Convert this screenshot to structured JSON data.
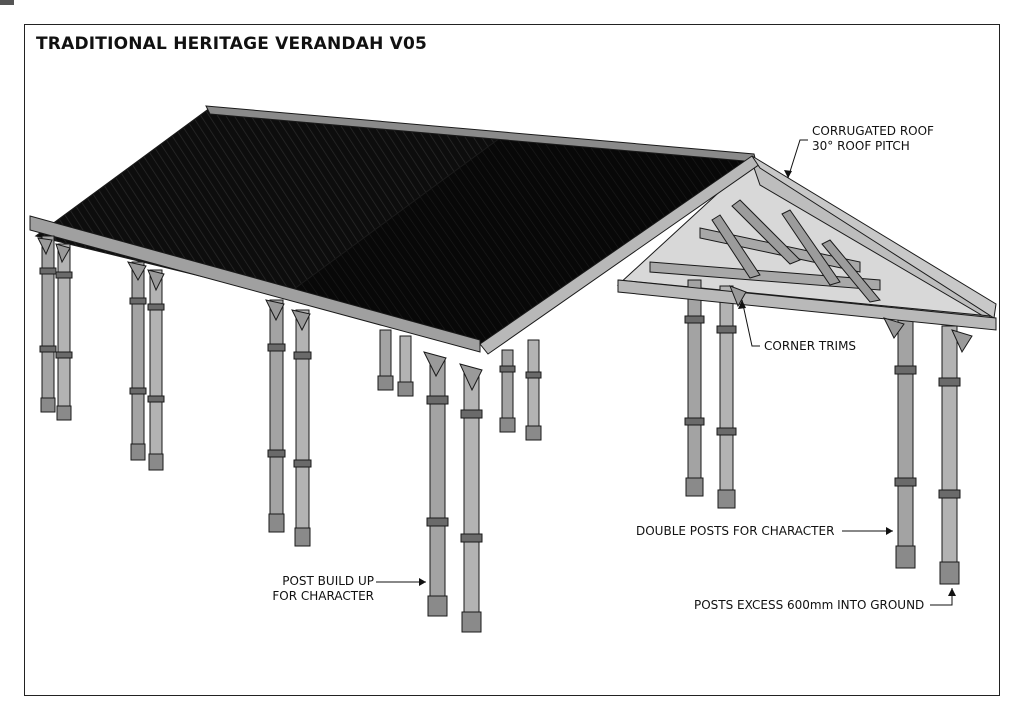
{
  "title": "TRADITIONAL HERITAGE VERANDAH V05",
  "annotations": {
    "roof_line1": "CORRUGATED ROOF",
    "roof_line2": "30° ROOF PITCH",
    "corner_trims": "CORNER TRIMS",
    "double_posts": "DOUBLE POSTS FOR CHARACTER",
    "post_build_line1": "POST BUILD UP",
    "post_build_line2": "FOR CHARACTER",
    "posts_excess": "POSTS EXCESS 600mm INTO GROUND"
  },
  "colors": {
    "roof": "#0d0d0d",
    "roof_ribs": "#2a2a2a",
    "timber": "#9a9a9a",
    "timber_light": "#c4c4c4",
    "timber_dark": "#6a6a6a",
    "outline": "#1a1a1a"
  }
}
